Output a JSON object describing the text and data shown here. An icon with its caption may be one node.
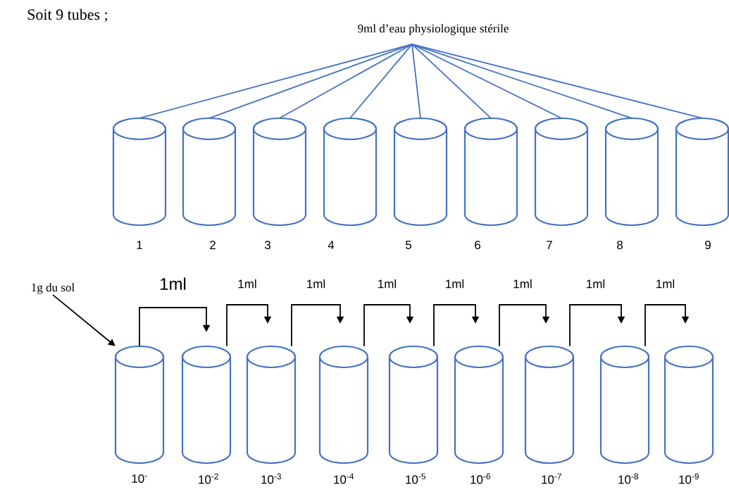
{
  "diagram": {
    "title": "Soit 9 tubes ;",
    "nodes": [
      {
        "text": [
          "9ml d’eau physiologique stérile"
        ]
      },
      {
        "text": [],
        "shape": "cylinder",
        "beside": [
          "1"
        ]
      },
      {
        "text": [],
        "shape": "cylinder",
        "beside": [
          "2"
        ]
      },
      {
        "text": [],
        "shape": "cylinder",
        "beside": [
          "3"
        ]
      },
      {
        "text": [],
        "shape": "cylinder",
        "beside": [
          "4"
        ]
      },
      {
        "text": [],
        "shape": "cylinder",
        "beside": [
          "5"
        ]
      },
      {
        "text": [],
        "shape": "cylinder",
        "beside": [
          "6"
        ]
      },
      {
        "text": [],
        "shape": "cylinder",
        "beside": [
          "7"
        ]
      },
      {
        "text": [],
        "shape": "cylinder",
        "beside": [
          "8"
        ]
      },
      {
        "text": [],
        "shape": "cylinder",
        "beside": [
          "9"
        ]
      },
      {
        "text": [
          "1g du sol"
        ]
      },
      {
        "text": [],
        "shape": "cylinder",
        "beside": [
          "10$^{-}$"
        ]
      },
      {
        "text": [],
        "shape": "cylinder",
        "beside": [
          "10$^{-2}$"
        ]
      },
      {
        "text": [],
        "shape": "cylinder",
        "beside": [
          "10$^{-3}$"
        ]
      },
      {
        "text": [],
        "shape": "cylinder",
        "beside": [
          "10$^{-4}$"
        ]
      },
      {
        "text": [],
        "shape": "cylinder",
        "beside": [
          "10$^{-5}$"
        ]
      },
      {
        "text": [],
        "shape": "cylinder",
        "beside": [
          "10$^{-6}$"
        ]
      },
      {
        "text": [],
        "shape": "cylinder",
        "beside": [
          "10$^{-7}$"
        ]
      },
      {
        "text": [],
        "shape": "cylinder",
        "beside": [
          "10$^{-8}$"
        ]
      },
      {
        "text": [],
        "shape": "cylinder",
        "beside": [
          "10$^{-9}$"
        ]
      }
    ],
    "edges": [
      {
        "from": 0,
        "to": 1,
        "arrow": "none"
      },
      {
        "from": 0,
        "to": 2,
        "arrow": "none"
      },
      {
        "from": 0,
        "to": 3,
        "arrow": "none"
      },
      {
        "from": 0,
        "to": 4,
        "arrow": "none"
      },
      {
        "from": 0,
        "to": 5,
        "arrow": "none"
      },
      {
        "from": 0,
        "to": 6,
        "arrow": "none"
      },
      {
        "from": 0,
        "to": 7,
        "arrow": "none"
      },
      {
        "from": 0,
        "to": 8,
        "arrow": "none"
      },
      {
        "from": 0,
        "to": 9,
        "arrow": "none"
      },
      {
        "from": 10,
        "to": 11,
        "arrow": "to",
        "color": "#000000"
      },
      {
        "from": 11,
        "to": 12,
        "arrow": "to",
        "label": "1ml",
        "color": "#000000"
      },
      {
        "from": 12,
        "to": 13,
        "arrow": "to",
        "label": "1ml",
        "color": "#000000"
      },
      {
        "from": 13,
        "to": 14,
        "arrow": "to",
        "label": "1ml",
        "color": "#000000"
      },
      {
        "from": 14,
        "to": 15,
        "arrow": "to",
        "label": "1ml",
        "color": "#000000"
      },
      {
        "from": 15,
        "to": 16,
        "arrow": "to",
        "label": "1ml",
        "color": "#000000"
      },
      {
        "from": 16,
        "to": 17,
        "arrow": "to",
        "label": "1ml",
        "color": "#000000"
      },
      {
        "from": 17,
        "to": 18,
        "arrow": "to",
        "label": "1ml",
        "color": "#000000"
      },
      {
        "from": 18,
        "to": 19,
        "arrow": "to",
        "label": "1ml",
        "color": "#000000"
      }
    ]
  }
}
